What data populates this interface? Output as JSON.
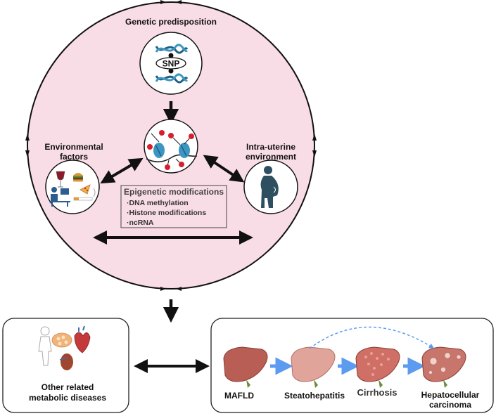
{
  "labels": {
    "genetic": "Genetic predisposition",
    "snp": "SNP",
    "environmental_line1": "Environmental",
    "environmental_line2": "factors",
    "intrauterine_line1": "Intra-uterine",
    "intrauterine_line2": "environment",
    "epigenetic_title": "Epigenetic modifications",
    "epigenetic_items": [
      "·DNA methylation",
      "·Histone modifications",
      "·ncRNA"
    ],
    "other_line1": "Other related",
    "other_line2": "metabolic diseases"
  },
  "stages": [
    "MAFLD",
    "Steatohepatitis",
    "Cirrhosis",
    "Hepatocellular",
    "carcinoma"
  ],
  "colors": {
    "circle_fill": "#f9dde6",
    "dna_blue": "#1f5e85",
    "histone": "#3c96c2",
    "methyl_red": "#d81e2d",
    "person": "#2d4f60",
    "progress_arrow": "#5c9bf0",
    "liver_healthy": "#b95e54",
    "liver_fatty": "#e1a49a"
  }
}
